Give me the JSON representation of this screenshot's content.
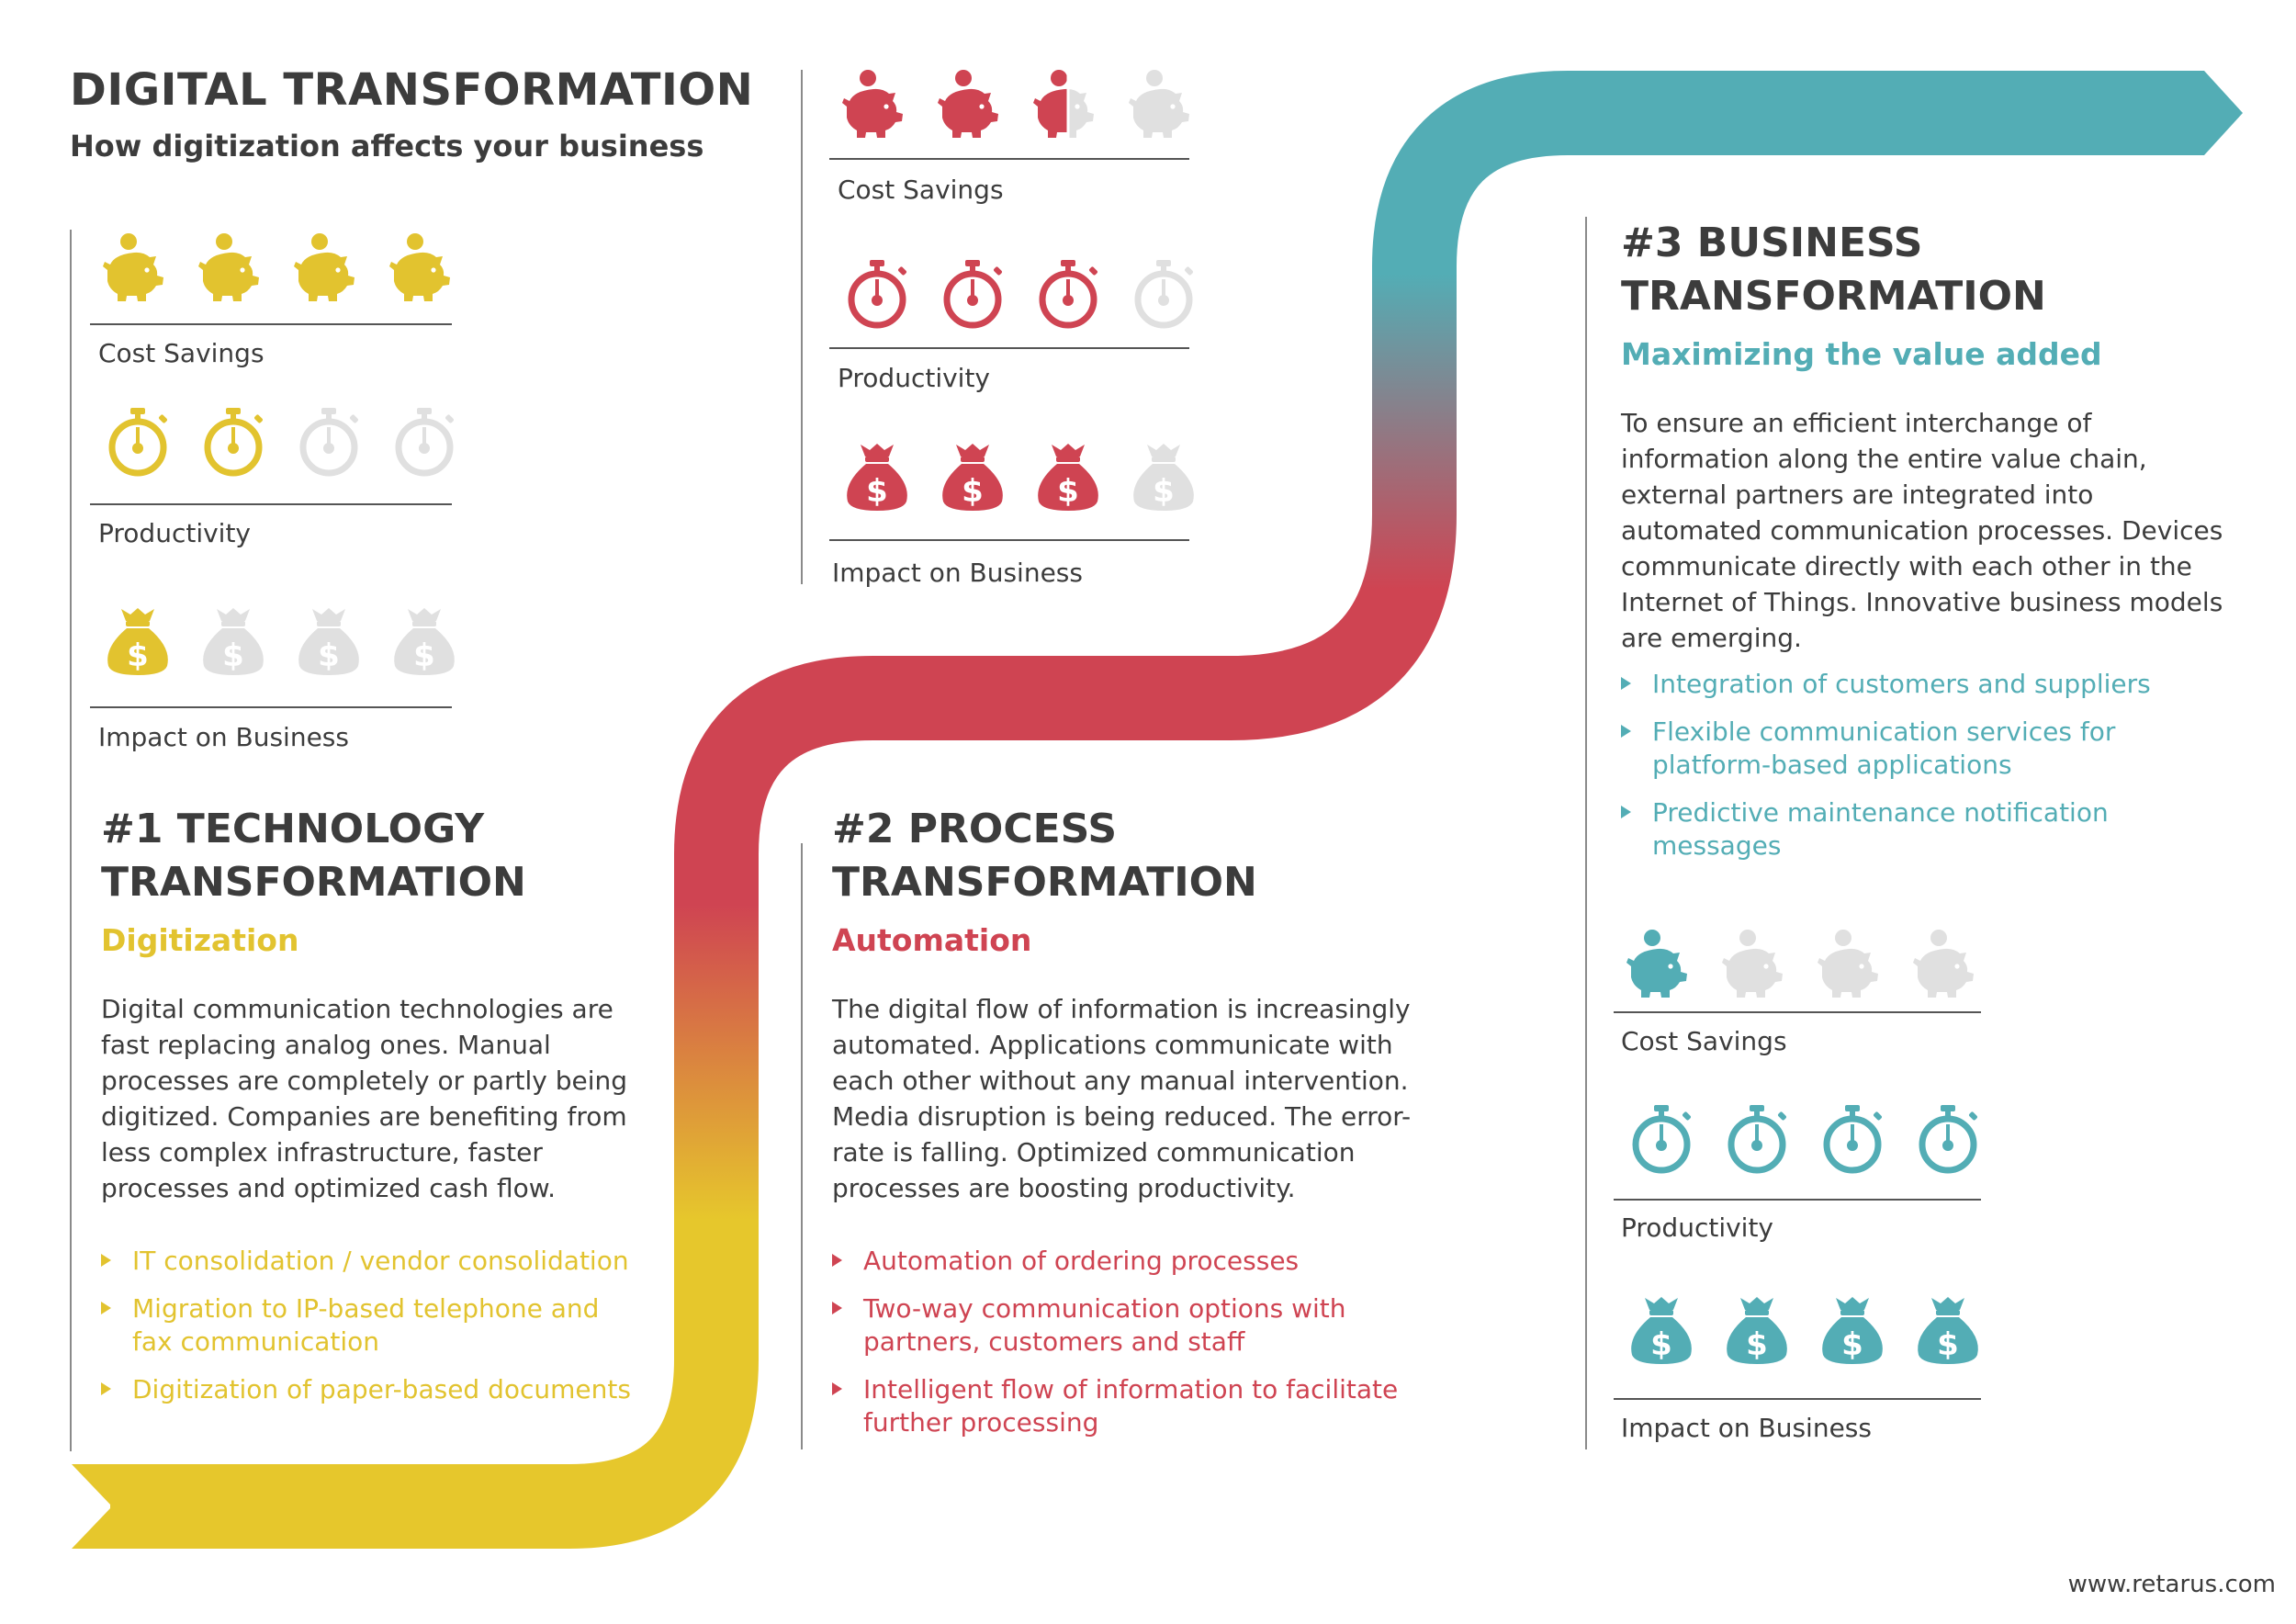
{
  "header": {
    "title": "DIGITAL TRANSFORMATION",
    "subtitle": "How digitization affects your business"
  },
  "colors": {
    "yellow": "#e2c32f",
    "red": "#cf4452",
    "teal": "#53adb5",
    "inactive": "#e0e0e0",
    "text": "#3c3c3c"
  },
  "metric_labels": [
    "Cost Savings",
    "Productivity",
    "Impact on Business"
  ],
  "icon_names": [
    "piggy-bank-icon",
    "stopwatch-icon",
    "money-bag-icon"
  ],
  "stages": [
    {
      "title": "#1 TECHNOLOGY TRANSFORMATION",
      "subtitle": "Digitization",
      "description": "Digital communication technologies are fast replacing analog ones. Manual processes are completely or partly being digitized. Companies are benefiting from less complex infrastructure, faster processes and optimized cash flow.",
      "bullets": [
        "IT consolidation / vendor consolidation",
        "Migration to IP-based telephone and fax communication",
        "Digitization of paper-based documents"
      ],
      "ratings": {
        "cost_savings": 4,
        "productivity": 2,
        "impact_on_business": 1
      },
      "max_rating": 4
    },
    {
      "title": "#2 PROCESS TRANSFORMATION",
      "subtitle": "Automation",
      "description": "The digital flow of information is increasingly automated. Applications communicate with each other without any manual intervention. Media disruption is being reduced. The error-rate is falling. Optimized communication processes are boosting productivity.",
      "bullets": [
        "Automation of ordering processes",
        "Two-way communication options with partners, customers and staff",
        "Intelligent flow of information to facilitate further processing"
      ],
      "ratings": {
        "cost_savings": 2.5,
        "productivity": 3,
        "impact_on_business": 3
      },
      "max_rating": 4
    },
    {
      "title": "#3 BUSINESS TRANSFORMATION",
      "subtitle": "Maximizing the value added",
      "description": "To ensure an efficient interchange of information along the entire value chain, external partners are integrated into automated communication processes. Devices communicate directly with each other in the Internet of Things. Innovative business models are emerging.",
      "bullets": [
        "Integration of customers and suppliers",
        "Flexible communication services for platform-based applications",
        "Predictive maintenance notification messages"
      ],
      "ratings": {
        "cost_savings": 1,
        "productivity": 4,
        "impact_on_business": 4
      },
      "max_rating": 4
    }
  ],
  "footer": {
    "url": "www.retarus.com"
  }
}
